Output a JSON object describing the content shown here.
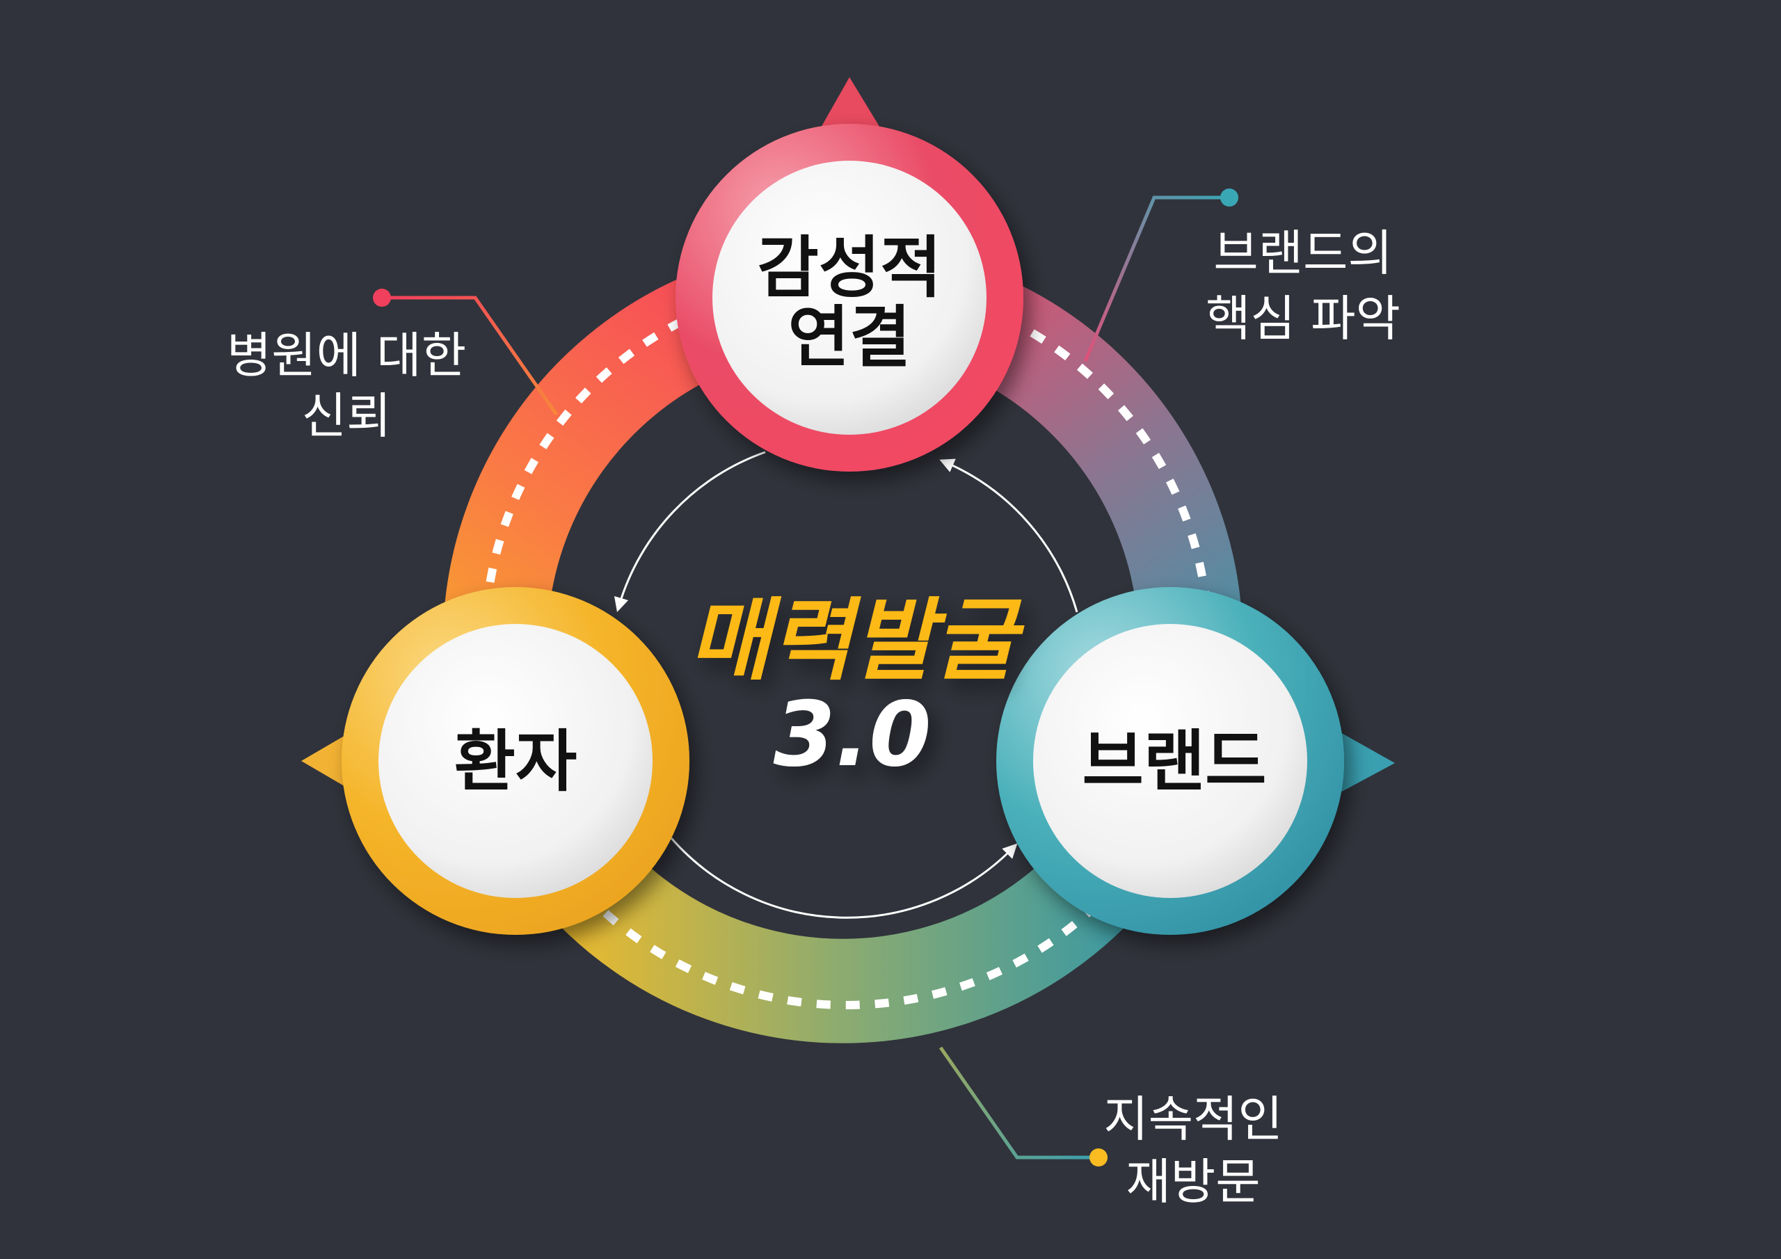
{
  "diagram": {
    "center_title": "매력발굴",
    "center_version": "3.0",
    "nodes": [
      {
        "line1": "감성적",
        "line2": "연결",
        "color": "#e8405a"
      },
      {
        "label": "환자",
        "color": "#f0a82a"
      },
      {
        "label": "브랜드",
        "color": "#3a9fb0"
      }
    ],
    "callouts": [
      {
        "line1": "병원에 대한",
        "line2": "신뢰"
      },
      {
        "line1": "브랜드의",
        "line2": "핵심 파악"
      },
      {
        "line1": "지속적인",
        "line2": "재방문"
      }
    ],
    "colors": {
      "background": "#30333b",
      "title": "#fdb913"
    }
  }
}
